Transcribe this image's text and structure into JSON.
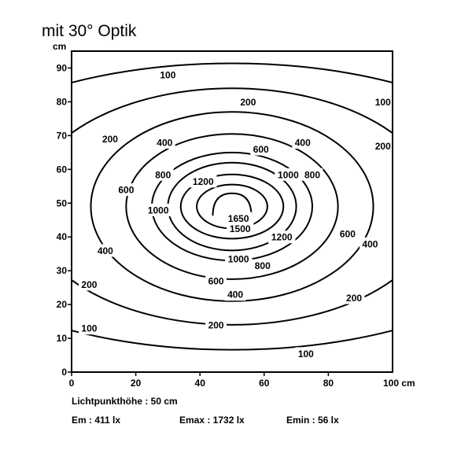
{
  "title": "mit 30° Optik",
  "chart_data": {
    "type": "contour",
    "x_unit": "cm",
    "y_unit": "cm",
    "x_end_label": "100 cm",
    "xlim": [
      0,
      100
    ],
    "ylim": [
      0,
      95
    ],
    "x_ticks": [
      0,
      20,
      40,
      60,
      80
    ],
    "y_ticks": [
      0,
      10,
      20,
      30,
      40,
      50,
      60,
      70,
      80,
      90
    ],
    "grid": false,
    "contours": [
      {
        "level": 100,
        "label": "100",
        "shape": "open",
        "center": [
          50,
          49
        ],
        "a": 99.7,
        "b": 42.4,
        "label_positions": [
          [
            30,
            88
          ],
          [
            97,
            80
          ],
          [
            5.5,
            13
          ],
          [
            73,
            5.5
          ]
        ]
      },
      {
        "level": 200,
        "label": "200",
        "shape": "open",
        "center": [
          50,
          49
        ],
        "a": 63.8,
        "b": 35.0,
        "label_positions": [
          [
            55,
            80
          ],
          [
            12,
            69
          ],
          [
            97,
            67
          ],
          [
            5.5,
            26
          ],
          [
            45,
            14
          ],
          [
            88,
            22
          ]
        ]
      },
      {
        "level": 400,
        "label": "400",
        "shape": "closed",
        "center": [
          50,
          49
        ],
        "a": 44,
        "b": 28,
        "label_positions": [
          [
            29,
            68
          ],
          [
            72,
            68
          ],
          [
            10.5,
            36
          ],
          [
            93,
            38
          ],
          [
            51,
            23
          ]
        ]
      },
      {
        "level": 600,
        "label": "600",
        "shape": "closed",
        "center": [
          50,
          49
        ],
        "a": 33,
        "b": 21.5,
        "label_positions": [
          [
            59,
            66
          ],
          [
            17,
            54
          ],
          [
            86,
            41
          ],
          [
            45,
            27
          ]
        ]
      },
      {
        "level": 800,
        "label": "800",
        "shape": "closed",
        "center": [
          50,
          49
        ],
        "a": 25,
        "b": 16,
        "label_positions": [
          [
            28.5,
            58.5
          ],
          [
            75,
            58.5
          ],
          [
            59.5,
            31.5
          ]
        ]
      },
      {
        "level": 1000,
        "label": "1000",
        "shape": "closed",
        "center": [
          50,
          49
        ],
        "a": 20,
        "b": 13,
        "label_positions": [
          [
            67.5,
            58.5
          ],
          [
            27,
            48
          ],
          [
            52,
            33.5
          ]
        ]
      },
      {
        "level": 1200,
        "label": "1200",
        "shape": "closed",
        "center": [
          50,
          49
        ],
        "a": 16,
        "b": 9.5,
        "label_positions": [
          [
            41,
            56.5
          ],
          [
            65.5,
            40
          ]
        ]
      },
      {
        "level": 1500,
        "label": "1500",
        "shape": "closed",
        "center": [
          50,
          49
        ],
        "a": 11,
        "b": 6.5,
        "label_positions": [
          [
            52.5,
            42.5
          ]
        ]
      },
      {
        "level": 1650,
        "label": "1650",
        "shape": "arc",
        "center": [
          50,
          49
        ],
        "a": 6,
        "b": 3,
        "label_positions": [
          [
            52,
            45.5
          ]
        ]
      }
    ]
  },
  "info": {
    "height": "Lichtpunkthöhe : 50 cm",
    "em": "Em : 411 lx",
    "emax": "Emax : 1732 lx",
    "emin": "Emin : 56 lx"
  }
}
